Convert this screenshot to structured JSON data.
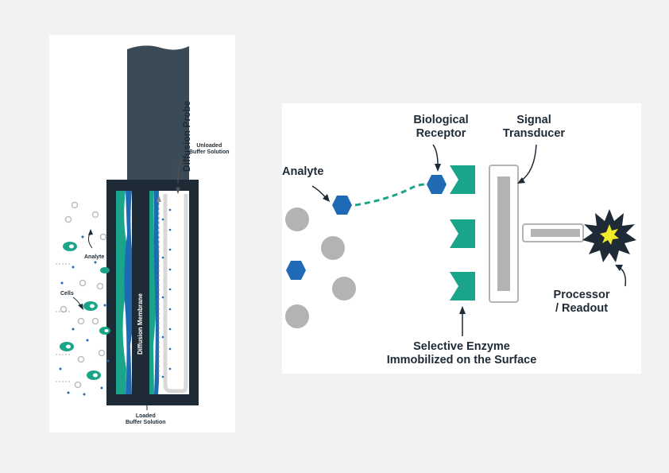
{
  "left": {
    "probe_label": "Diffusion Probe",
    "membrane_label": "Diffusion Membrane",
    "unloaded_line1": "Unloaded",
    "unloaded_line2": "Buffer Solution",
    "loaded_line1": "Loaded",
    "loaded_line2": "Buffer Solution",
    "analyte_label": "Analyte",
    "cells_label": "Cells"
  },
  "right": {
    "analyte_label": "Analyte",
    "receptor_line1": "Biological",
    "receptor_line2": "Receptor",
    "transducer_line1": "Signal",
    "transducer_line2": "Transducer",
    "processor_line1": "Processor",
    "processor_line2": "/ Readout",
    "enzyme_line1": "Selective Enzyme",
    "enzyme_line2": "Immobilized on the Surface"
  },
  "colors": {
    "navy": "#1e2b36",
    "slate": "#3a4a56",
    "teal": "#1aa58a",
    "blue": "#1f6ab5",
    "gray": "#b3b3b3",
    "star_yellow": "#f0ec2c"
  }
}
